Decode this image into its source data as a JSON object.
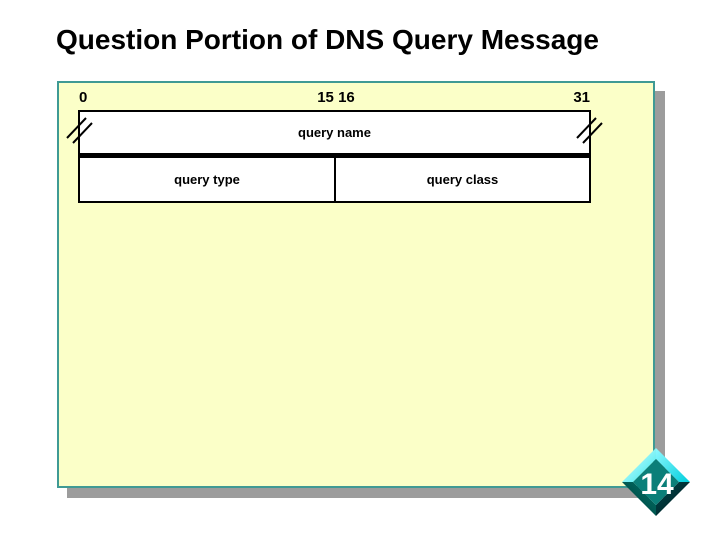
{
  "slide": {
    "title": "Question Portion of DNS Query Message",
    "page_number": "14"
  },
  "diagram": {
    "bit_labels": {
      "start": "0",
      "middle": "15 16",
      "end": "31"
    },
    "fields": {
      "name": "query name",
      "type": "query type",
      "class": "query class"
    }
  },
  "colors": {
    "slide_background": "#FBFFC8",
    "slide_border": "#3F9A94",
    "slide_shadow": "#9C9C9C",
    "field_background": "#FFFFFF",
    "field_border": "#000000",
    "title_color": "#000000",
    "diamond_face": "#0B7F79",
    "diamond_highlight": "#30E8EE",
    "diamond_dark": "#001518",
    "page_number_color": "#FFFFFF"
  }
}
